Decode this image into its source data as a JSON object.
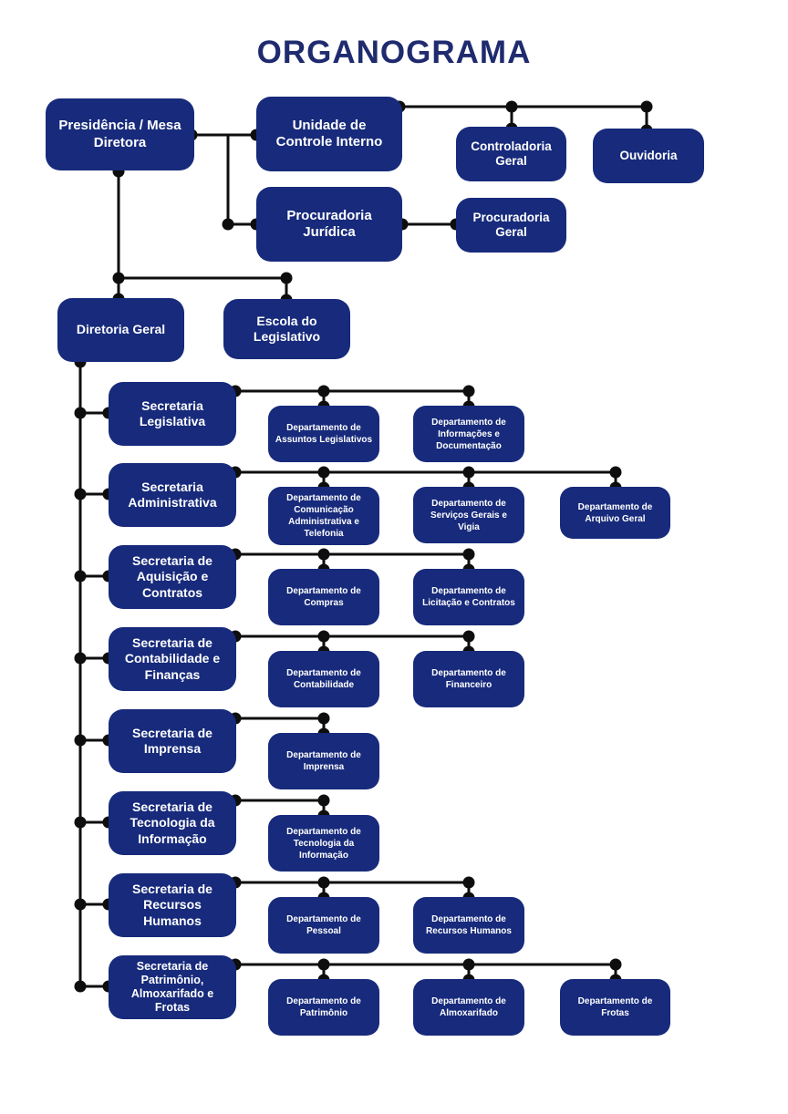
{
  "title": "ORGANOGRAMA",
  "colors": {
    "box": "#172a7b",
    "title": "#1f2b6e",
    "line": "#0e0e0e",
    "text": "#ffffff",
    "bg": "#ffffff"
  },
  "nodes": {
    "presidencia": {
      "label": "Presidência / Mesa Diretora"
    },
    "unidade_controle": {
      "label": "Unidade de Controle Interno"
    },
    "controladoria": {
      "label": "Controladoria Geral"
    },
    "ouvidoria": {
      "label": "Ouvidoria"
    },
    "procuradoria_juridica": {
      "label": "Procuradoria Jurídica"
    },
    "procuradoria_geral": {
      "label": "Procuradoria Geral"
    },
    "diretoria_geral": {
      "label": "Diretoria Geral"
    },
    "escola_legislativo": {
      "label": "Escola do Legislativo"
    },
    "sec_legislativa": {
      "label": "Secretaria Legislativa"
    },
    "dep_assuntos": {
      "label": "Departamento de Assuntos Legislativos"
    },
    "dep_informacoes": {
      "label": "Departamento de Informações e Documentação"
    },
    "sec_administrativa": {
      "label": "Secretaria Administrativa"
    },
    "dep_comunicacao": {
      "label": "Departamento de Comunicação Administrativa e Telefonia"
    },
    "dep_servicos": {
      "label": "Departamento de Serviços Gerais e Vigia"
    },
    "dep_arquivo": {
      "label": "Departamento de Arquivo Geral"
    },
    "sec_aquisicao": {
      "label": "Secretaria de Aquisição e Contratos"
    },
    "dep_compras": {
      "label": "Departamento de Compras"
    },
    "dep_licitacao": {
      "label": "Departamento de Licitação e Contratos"
    },
    "sec_contabilidade": {
      "label": "Secretaria de Contabilidade e Finanças"
    },
    "dep_contabilidade": {
      "label": "Departamento de Contabilidade"
    },
    "dep_financeiro": {
      "label": "Departamento de Financeiro"
    },
    "sec_imprensa": {
      "label": "Secretaria de Imprensa"
    },
    "dep_imprensa": {
      "label": "Departamento de Imprensa"
    },
    "sec_tecnologia": {
      "label": "Secretaria de Tecnologia da Informação"
    },
    "dep_tecnologia": {
      "label": "Departamento de Tecnologia da Informação"
    },
    "sec_rh": {
      "label": "Secretaria de Recursos Humanos"
    },
    "dep_pessoal": {
      "label": "Departamento de Pessoal"
    },
    "dep_rh": {
      "label": "Departamento de Recursos Humanos"
    },
    "sec_patrimonio": {
      "label": "Secretaria de Patrimônio, Almoxarifado e Frotas"
    },
    "dep_patrimonio": {
      "label": "Departamento de Patrimônio"
    },
    "dep_almoxarifado": {
      "label": "Departamento de Almoxarifado"
    },
    "dep_frotas": {
      "label": "Departamento de Frotas"
    }
  }
}
